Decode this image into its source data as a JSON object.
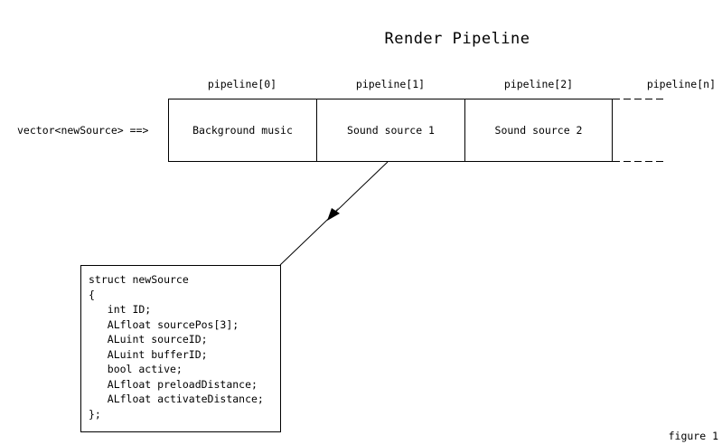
{
  "title": "Render Pipeline",
  "vector_label": "vector<newSource> ==>",
  "pipeline": {
    "labels": [
      "pipeline[0]",
      "pipeline[1]",
      "pipeline[2]",
      "pipeline[n]"
    ],
    "cells": [
      "Background music",
      "Sound source 1",
      "Sound source 2"
    ]
  },
  "struct_lines": [
    "struct newSource",
    "{",
    "   int ID;",
    "   ALfloat sourcePos[3];",
    "   ALuint sourceID;",
    "   ALuint bufferID;",
    "   bool active;",
    "   ALfloat preloadDistance;",
    "   ALfloat activateDistance;",
    "};"
  ],
  "figure_label": "figure 1"
}
